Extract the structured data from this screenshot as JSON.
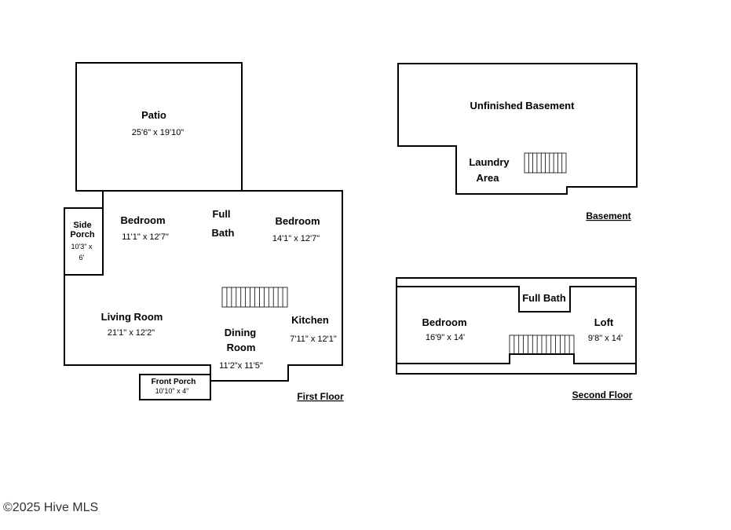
{
  "first_floor": {
    "title": "First Floor",
    "patio": {
      "label": "Patio",
      "dims": "25'6\" x 19'10\""
    },
    "side_porch": {
      "label_line1": "Side",
      "label_line2": "Porch",
      "dims_line1": "10'3\" x",
      "dims_line2": "6'"
    },
    "bedroom_1": {
      "label": "Bedroom",
      "dims": "11'1\" x 12'7\""
    },
    "full_bath": {
      "label_line1": "Full",
      "label_line2": "Bath"
    },
    "bedroom_2": {
      "label": "Bedroom",
      "dims": "14'1\" x 12'7\""
    },
    "living_room": {
      "label": "Living Room",
      "dims": "21'1\" x 12'2\""
    },
    "dining_room": {
      "label_line1": "Dining",
      "label_line2": "Room",
      "dims": "11'2\"x 11'5\""
    },
    "kitchen": {
      "label": "Kitchen",
      "dims": "7'11\" x 12'1\""
    },
    "front_porch": {
      "label": "Front Porch",
      "dims": "10'10\" x 4\""
    }
  },
  "basement": {
    "title": "Basement",
    "unfinished": {
      "label": "Unfinished Basement"
    },
    "laundry": {
      "label_line1": "Laundry",
      "label_line2": "Area"
    }
  },
  "second_floor": {
    "title": "Second Floor",
    "full_bath": {
      "label": "Full Bath"
    },
    "bedroom": {
      "label": "Bedroom",
      "dims": "16'9\" x 14'"
    },
    "loft": {
      "label": "Loft",
      "dims": "9'8\" x 14'"
    }
  },
  "copyright": "©2025 Hive MLS"
}
